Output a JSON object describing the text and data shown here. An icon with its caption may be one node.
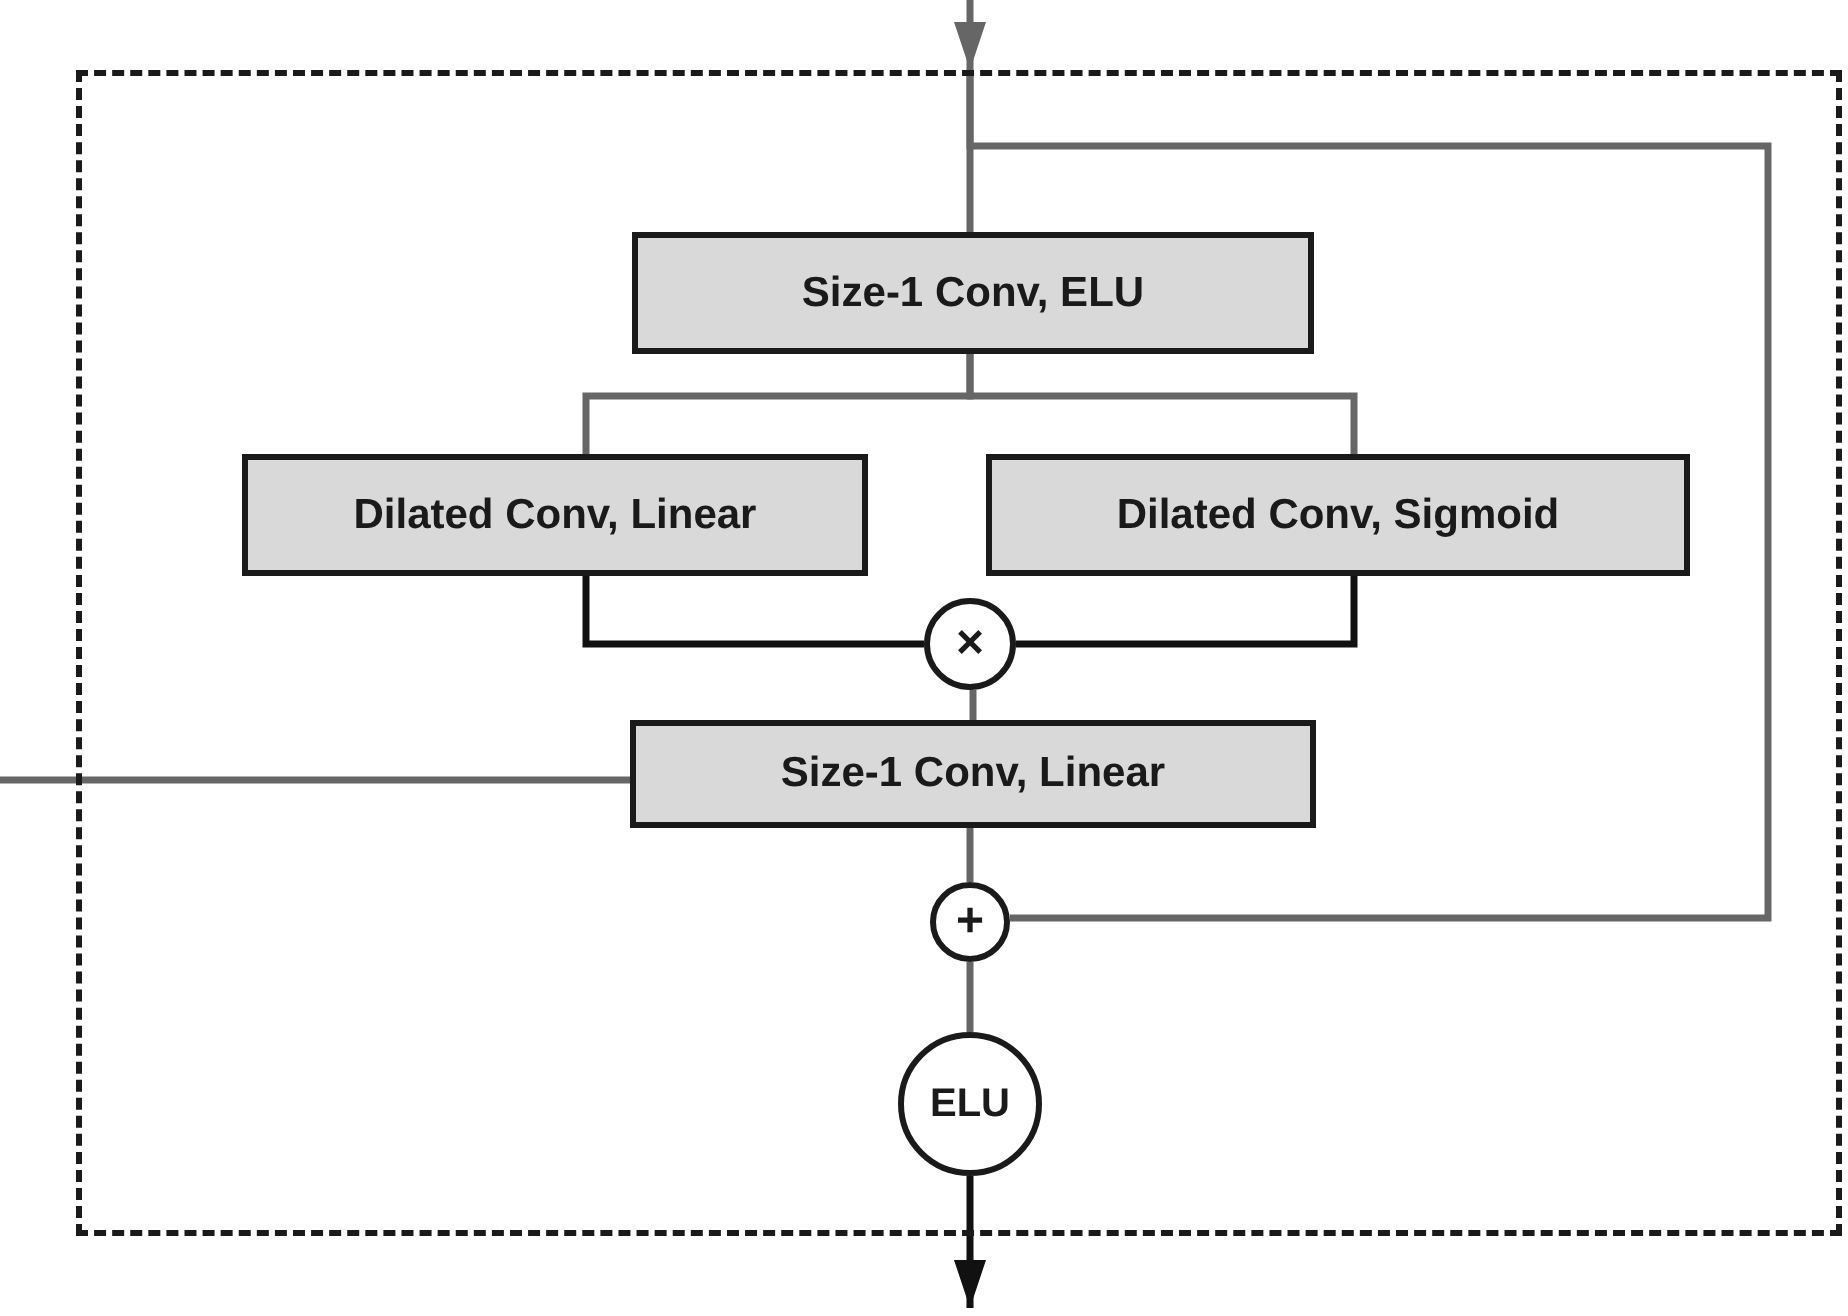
{
  "diagram": {
    "nodes": [
      {
        "text": [],
        "shape": "box"
      },
      {
        "text": [
          "Size-1 Conv, ELU"
        ],
        "in": 0
      },
      {
        "text": [
          "Dilated Conv, Linear"
        ],
        "in": 0
      },
      {
        "text": [
          "Dilated Conv, Sigmoid"
        ],
        "in": 0
      },
      {
        "text": [
          "×"
        ],
        "in": 0
      },
      {
        "text": [
          "Size-1 Conv, Linear"
        ],
        "in": 0
      },
      {
        "text": [
          "+"
        ],
        "in": 0
      },
      {
        "text": [
          "ELU"
        ],
        "in": 0
      }
    ],
    "edges": [
      {
        "from": null,
        "to": 0,
        "arrow": "to"
      },
      {
        "from": 0,
        "to": 1,
        "arrow": "none"
      },
      {
        "from": 0,
        "to": 6,
        "arrow": "none"
      },
      {
        "from": 1,
        "to": 2,
        "arrow": "none"
      },
      {
        "from": 1,
        "to": 3,
        "arrow": "none"
      },
      {
        "from": 2,
        "to": 4,
        "arrow": "none",
        "color": "#111111"
      },
      {
        "from": 3,
        "to": 4,
        "arrow": "none",
        "color": "#111111"
      },
      {
        "from": 4,
        "to": 5,
        "arrow": "none"
      },
      {
        "from": 5,
        "to": 6,
        "arrow": "none"
      },
      {
        "from": 6,
        "to": 7,
        "arrow": "none"
      },
      {
        "from": 7,
        "to": null,
        "arrow": "to",
        "color": "#111111"
      },
      {
        "from": 5,
        "to": null,
        "arrow": "none"
      }
    ]
  }
}
